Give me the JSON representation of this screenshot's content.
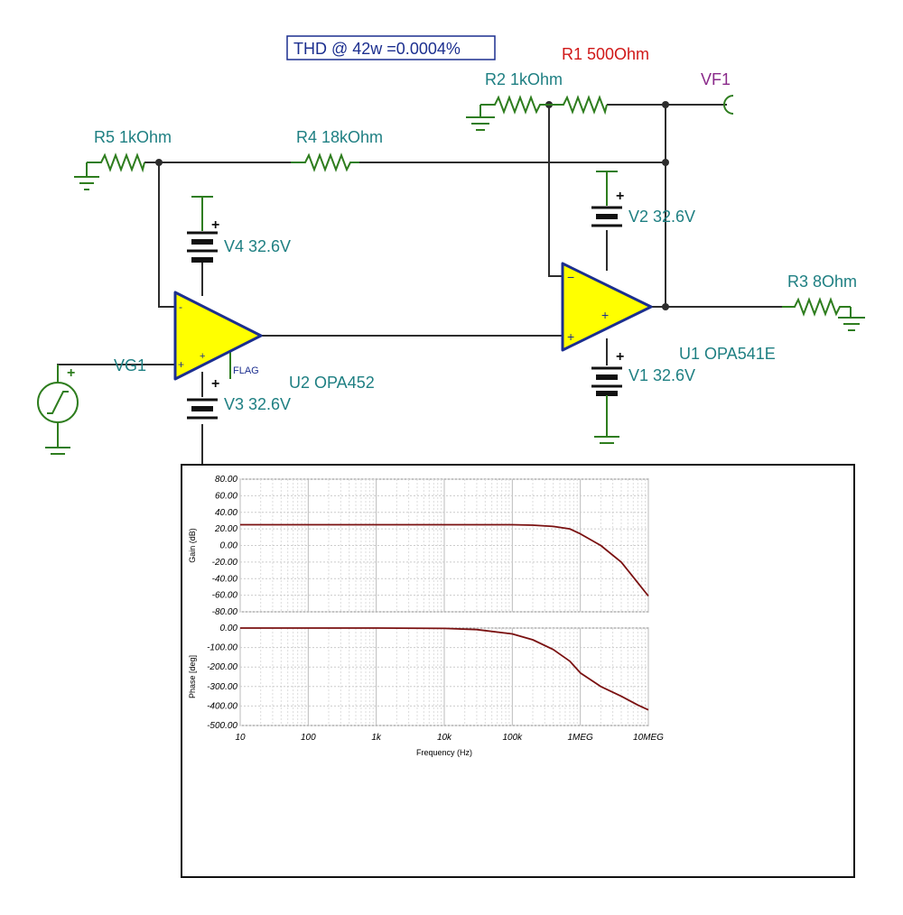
{
  "annotation": {
    "thd": "THD @ 42w =0.0004%"
  },
  "components": {
    "r1": "R1 500Ohm",
    "r2": "R2 1kOhm",
    "r3": "R3 8Ohm",
    "r4": "R4 18kOhm",
    "r5": "R5 1kOhm",
    "v1": "V1 32.6V",
    "v2": "V2 32.6V",
    "v3": "V3 32.6V",
    "v4": "V4 32.6V",
    "u1": "U1 OPA541E",
    "u2": "U2 OPA452",
    "vf1": "VF1",
    "vg1": "VG1",
    "flag": "FLAG"
  },
  "colors": {
    "wire": "#2d2d2d",
    "component": "#2e7d1e",
    "opamp_fill": "#ffff00",
    "opamp_stroke": "#1c2f8f",
    "curve": "#7a1010",
    "label": "#1e7f82"
  },
  "chart_data": [
    {
      "type": "line",
      "x_scale": "log",
      "xlim": [
        10,
        10000000
      ],
      "ylim": [
        -80,
        80
      ],
      "ylabel": "Gain (dB)",
      "xlabel": "",
      "grid": true,
      "y_ticks": [
        "80.00",
        "60.00",
        "40.00",
        "20.00",
        "0.00",
        "-20.00",
        "-40.00",
        "-60.00",
        "-80.00"
      ],
      "series": [
        {
          "x": [
            10,
            100,
            1000,
            10000,
            100000,
            200000,
            400000,
            700000,
            1000000,
            2000000,
            4000000,
            7000000,
            10000000
          ],
          "values": [
            25,
            25,
            25,
            25,
            25,
            24.5,
            23,
            20,
            14,
            0,
            -20,
            -45,
            -61
          ]
        }
      ]
    },
    {
      "type": "line",
      "x_scale": "log",
      "xlim": [
        10,
        10000000
      ],
      "ylim": [
        -500,
        0
      ],
      "ylabel": "Phase [deg]",
      "xlabel": "Frequency (Hz)",
      "grid": true,
      "y_ticks": [
        "0.00",
        "-100.00",
        "-200.00",
        "-300.00",
        "-400.00",
        "-500.00"
      ],
      "x_ticks": [
        "10",
        "100",
        "1k",
        "10k",
        "100k",
        "1MEG",
        "10MEG"
      ],
      "series": [
        {
          "x": [
            10,
            100,
            1000,
            10000,
            30000,
            100000,
            200000,
            400000,
            700000,
            1000000,
            2000000,
            4000000,
            7000000,
            10000000
          ],
          "values": [
            0,
            0,
            0,
            -2,
            -8,
            -30,
            -60,
            -110,
            -170,
            -230,
            -300,
            -350,
            -395,
            -420
          ]
        }
      ]
    }
  ]
}
